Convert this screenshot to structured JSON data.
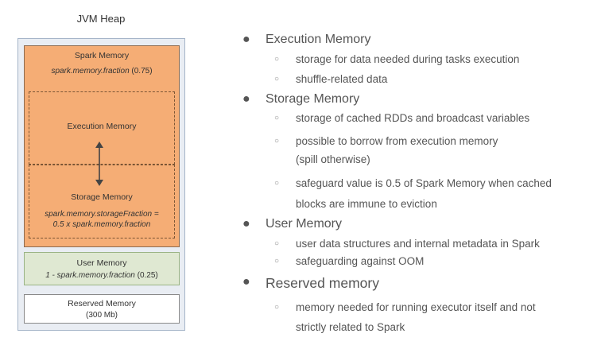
{
  "diagram": {
    "heap_title": "JVM Heap",
    "spark_memory": {
      "title": "Spark Memory",
      "param": "spark.memory.fraction",
      "param_value": " (0.75)"
    },
    "execution_memory": {
      "title": "Execution Memory"
    },
    "storage_memory": {
      "title": "Storage Memory",
      "formula_line1": "spark.memory.storageFraction =",
      "formula_line2": "0.5 x spark.memory.fraction"
    },
    "user_memory": {
      "title": "User Memory",
      "formula_prefix": "1 - ",
      "formula_param": "spark.memory.fraction",
      "formula_value": " (0.25)"
    },
    "reserved_memory": {
      "title": "Reserved Memory",
      "size": "(300 Mb)"
    },
    "colors": {
      "heap_bg": "#e9edf3",
      "spark_bg": "#f5ad75",
      "user_bg": "#dfe8d2",
      "reserved_bg": "#ffffff"
    }
  },
  "bullets": [
    {
      "title": "Execution Memory",
      "items": [
        "storage for data needed during tasks execution",
        "shuffle-related data"
      ]
    },
    {
      "title": "Storage Memory",
      "items": [
        "storage of cached RDDs and broadcast variables",
        [
          "possible to borrow from execution memory",
          "(spill otherwise)"
        ],
        [
          "safeguard value is 0.5 of Spark Memory when cached",
          "blocks are immune to eviction"
        ]
      ]
    },
    {
      "title": "User Memory",
      "items": [
        "user data structures and internal metadata in Spark",
        "safeguarding against OOM"
      ]
    },
    {
      "title": "Reserved memory",
      "items": [
        [
          "memory needed for running executor itself and not",
          "strictly related to Spark"
        ]
      ]
    }
  ]
}
